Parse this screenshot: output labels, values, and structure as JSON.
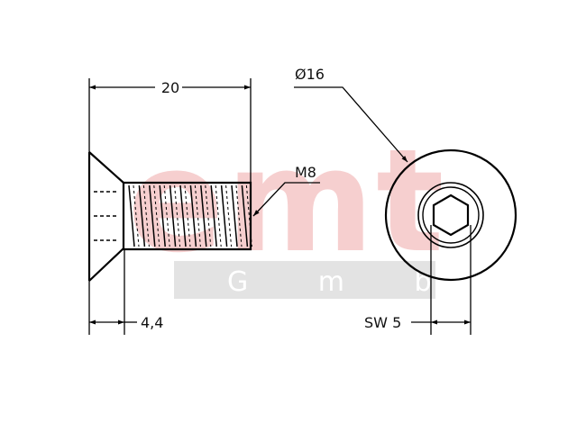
{
  "watermark": {
    "brand": "emt",
    "subtitle": "G m b H",
    "brand_color": "#f6cfcf",
    "band_color": "#e3e3e3"
  },
  "dimensions": {
    "length": "20",
    "head_diameter": "Ø16",
    "thread": "M8",
    "head_height": "4,4",
    "socket_size": "SW 5"
  }
}
